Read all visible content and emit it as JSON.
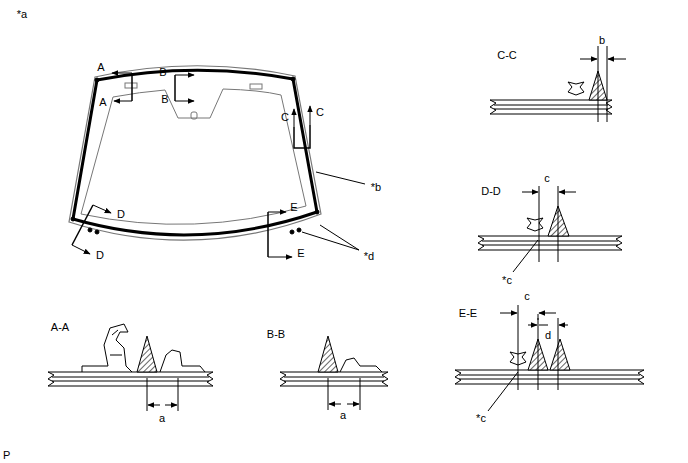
{
  "diagram": {
    "labels": [
      "*a",
      "A",
      "A",
      "B",
      "B",
      "C",
      "C",
      "*b",
      "D",
      "D",
      "E",
      "E",
      "*d",
      "C-C",
      "b",
      "D-D",
      "c",
      "*c",
      "A-A",
      "a",
      "B-B",
      "a",
      "E-E",
      "c",
      "d",
      "*c",
      "P"
    ]
  }
}
